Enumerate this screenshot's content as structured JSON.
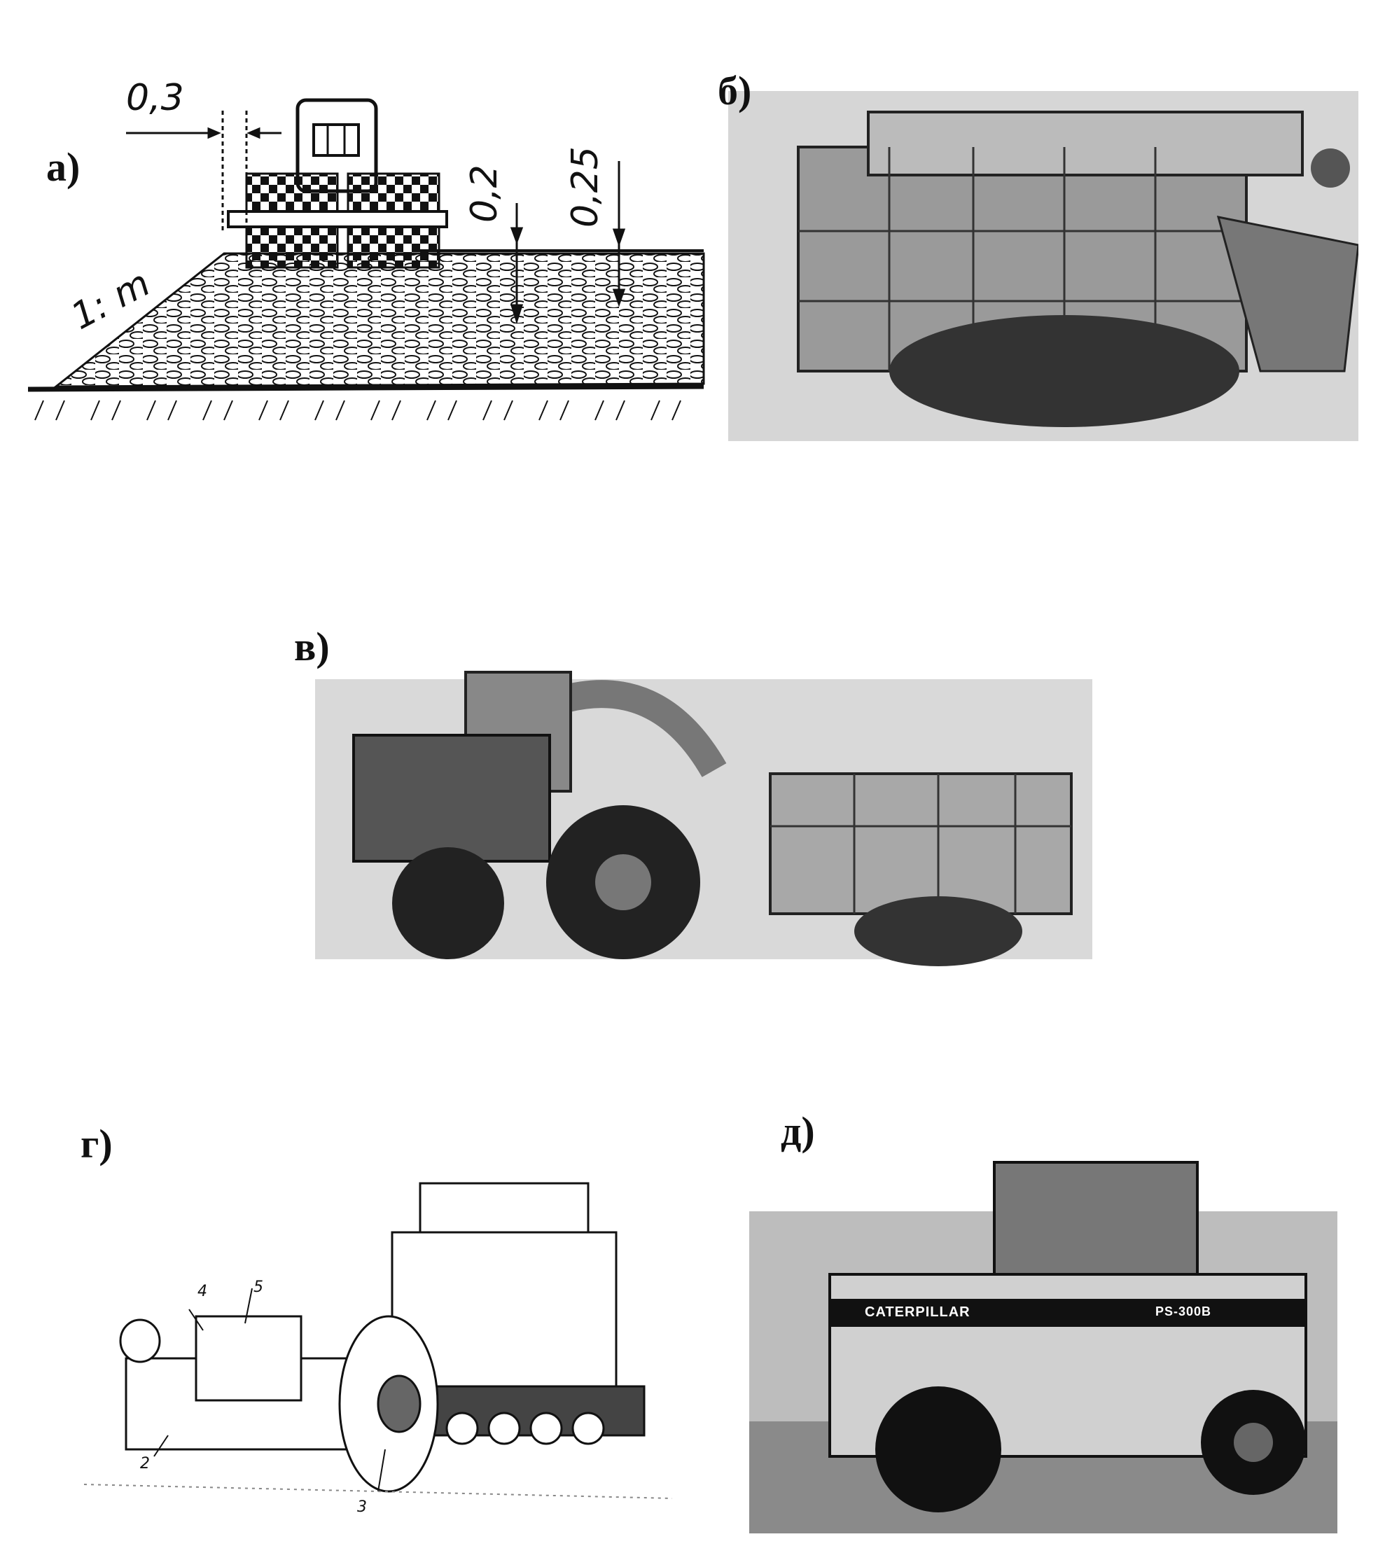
{
  "panels": {
    "a": {
      "letter": "а)",
      "dims": {
        "offset": "0,3",
        "layer1": "0,2",
        "layer2": "0,25",
        "slope": "1: m"
      }
    },
    "b": {
      "letter": "б)"
    },
    "v": {
      "letter": "в)"
    },
    "g": {
      "letter": "г)",
      "callouts": {
        "c2": "2",
        "c3": "3",
        "c4": "4",
        "c5": "5"
      }
    },
    "d": {
      "letter": "д)",
      "brand": "CATERPILLAR",
      "model": "PS-300B"
    }
  },
  "colors": {
    "ink": "#111111",
    "paper": "#ffffff",
    "halftone": "#bdbdbd"
  }
}
